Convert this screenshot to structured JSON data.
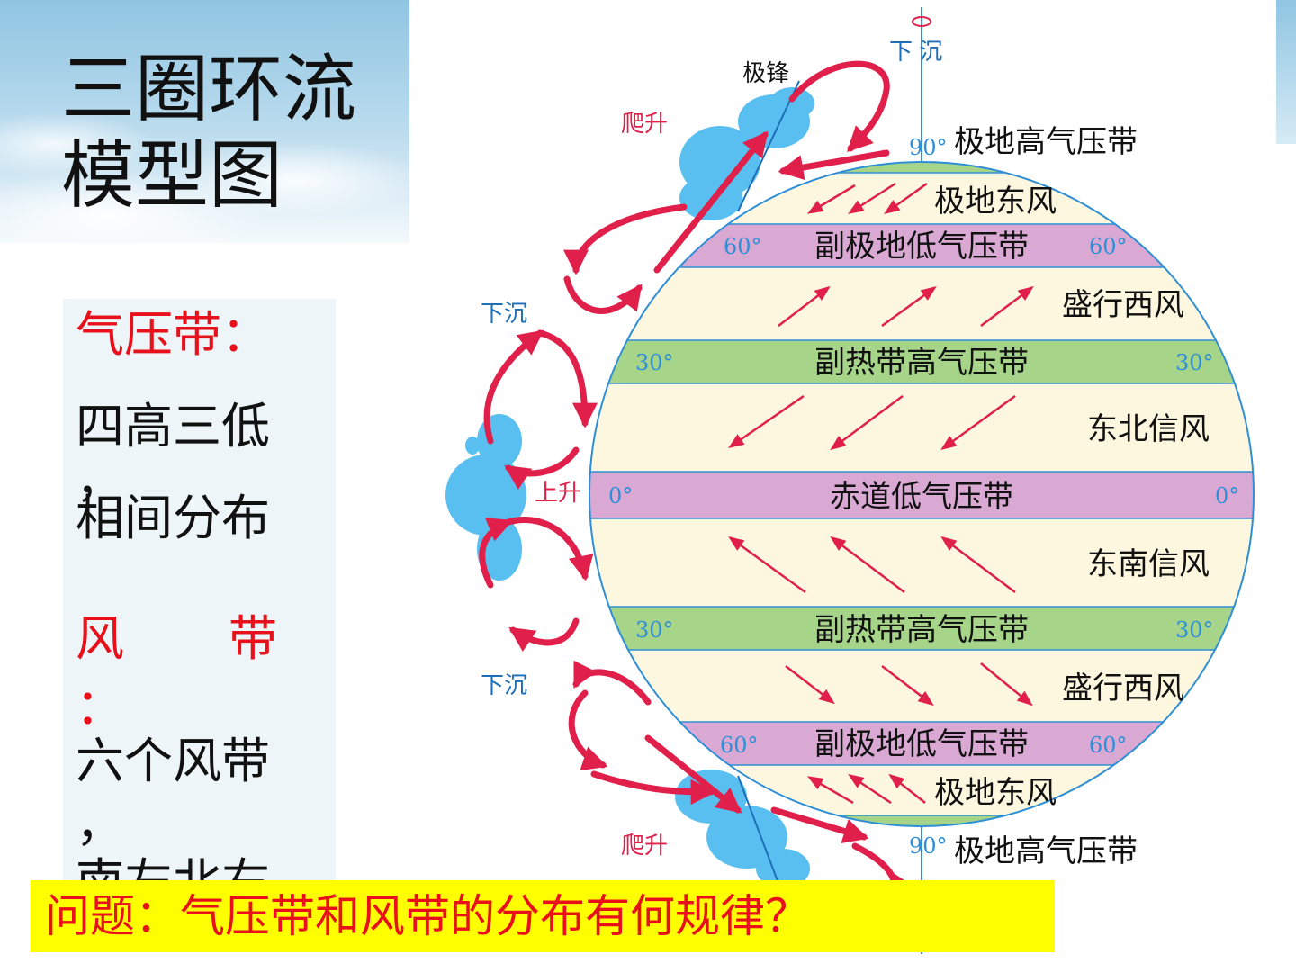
{
  "title_lines": [
    "三圈环流",
    "模型图"
  ],
  "notes": {
    "pressure_heading": "气压带：",
    "pressure_lines": [
      "四高三低",
      "，",
      "相间分布"
    ],
    "wind_heading_1": "风",
    "wind_heading_2": "带",
    "wind_colon": "：",
    "wind_lines": [
      "六个风带",
      "，",
      "南左北右"
    ]
  },
  "question": "问题：气压带和风带的分布有何规律？",
  "diagram": {
    "pressure_belts": [
      "副极地低气压带",
      "副热带高气压带",
      "赤道低气压带",
      "副热带高气压带",
      "副极地低气压带"
    ],
    "polar_high_top": "极地高气压带",
    "polar_high_bottom": "极地高气压带",
    "winds": [
      "极地东风",
      "盛行西风",
      "东北信风",
      "东南信风",
      "盛行西风",
      "极地东风"
    ],
    "latitudes": {
      "d90": "90°",
      "d60": "60°",
      "d30": "30°",
      "d0": "0°"
    },
    "labels": {
      "sink_top": "下 沉",
      "sink_30n": "下沉",
      "rise_eq": "上升",
      "sink_30s": "下沉",
      "climb_top": "爬升",
      "climb_bottom": "爬升",
      "polar_front": "极锋"
    },
    "colors": {
      "low_band": "#d9a9d4",
      "high_band": "#a6d58a",
      "zone": "#fdf7df",
      "arrow": "#e0204a",
      "cloud": "#59bff0"
    }
  }
}
